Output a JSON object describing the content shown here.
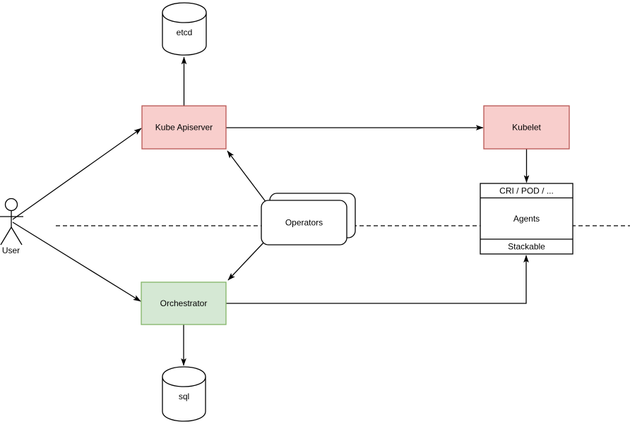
{
  "diagram": {
    "type": "architecture-flow-diagram",
    "background": "#ffffff",
    "colors": {
      "red_fill": "#f8cecc",
      "red_stroke": "#b85450",
      "green_fill": "#d5e8d4",
      "green_stroke": "#82b366",
      "line": "#000000",
      "text": "#000000"
    },
    "nodes": {
      "etcd": {
        "label": "etcd",
        "shape": "database-cylinder"
      },
      "kube_apiserver": {
        "label": "Kube Apiserver",
        "shape": "rectangle",
        "color": "red"
      },
      "kubelet": {
        "label": "Kubelet",
        "shape": "rectangle",
        "color": "red"
      },
      "agents_stack": {
        "shape": "stacked-list-rectangle",
        "rows": [
          "CRI / POD / ...",
          "Agents",
          "Stackable"
        ]
      },
      "operators": {
        "label": "Operators",
        "shape": "double-rounded-rectangle"
      },
      "orchestrator": {
        "label": "Orchestrator",
        "shape": "rectangle",
        "color": "green"
      },
      "sql": {
        "label": "sql",
        "shape": "database-cylinder"
      },
      "user": {
        "label": "User",
        "shape": "actor"
      }
    },
    "edges": [
      {
        "id": "user-to-kube-apiserver",
        "from": "User",
        "to": "Kube Apiserver",
        "arrow": "end"
      },
      {
        "id": "user-to-orchestrator",
        "from": "User",
        "to": "Orchestrator",
        "arrow": "end"
      },
      {
        "id": "kube-apiserver-to-etcd",
        "from": "Kube Apiserver",
        "to": "etcd",
        "arrow": "end"
      },
      {
        "id": "kube-apiserver-to-kubelet",
        "from": "Kube Apiserver",
        "to": "Kubelet",
        "arrow": "end"
      },
      {
        "id": "operators-to-kube-apiserver",
        "from": "Operators",
        "to": "Kube Apiserver",
        "arrow": "end"
      },
      {
        "id": "operators-to-orchestrator",
        "from": "Operators",
        "to": "Orchestrator",
        "arrow": "end"
      },
      {
        "id": "kubelet-to-agents",
        "from": "Kubelet",
        "to": "CRI / POD / ...",
        "arrow": "end"
      },
      {
        "id": "orchestrator-to-sql",
        "from": "Orchestrator",
        "to": "sql",
        "arrow": "end"
      },
      {
        "id": "orchestrator-to-stackable",
        "from": "Orchestrator",
        "to": "Stackable",
        "arrow": "end"
      }
    ],
    "separator": {
      "style": "dashed-horizontal-line"
    }
  }
}
